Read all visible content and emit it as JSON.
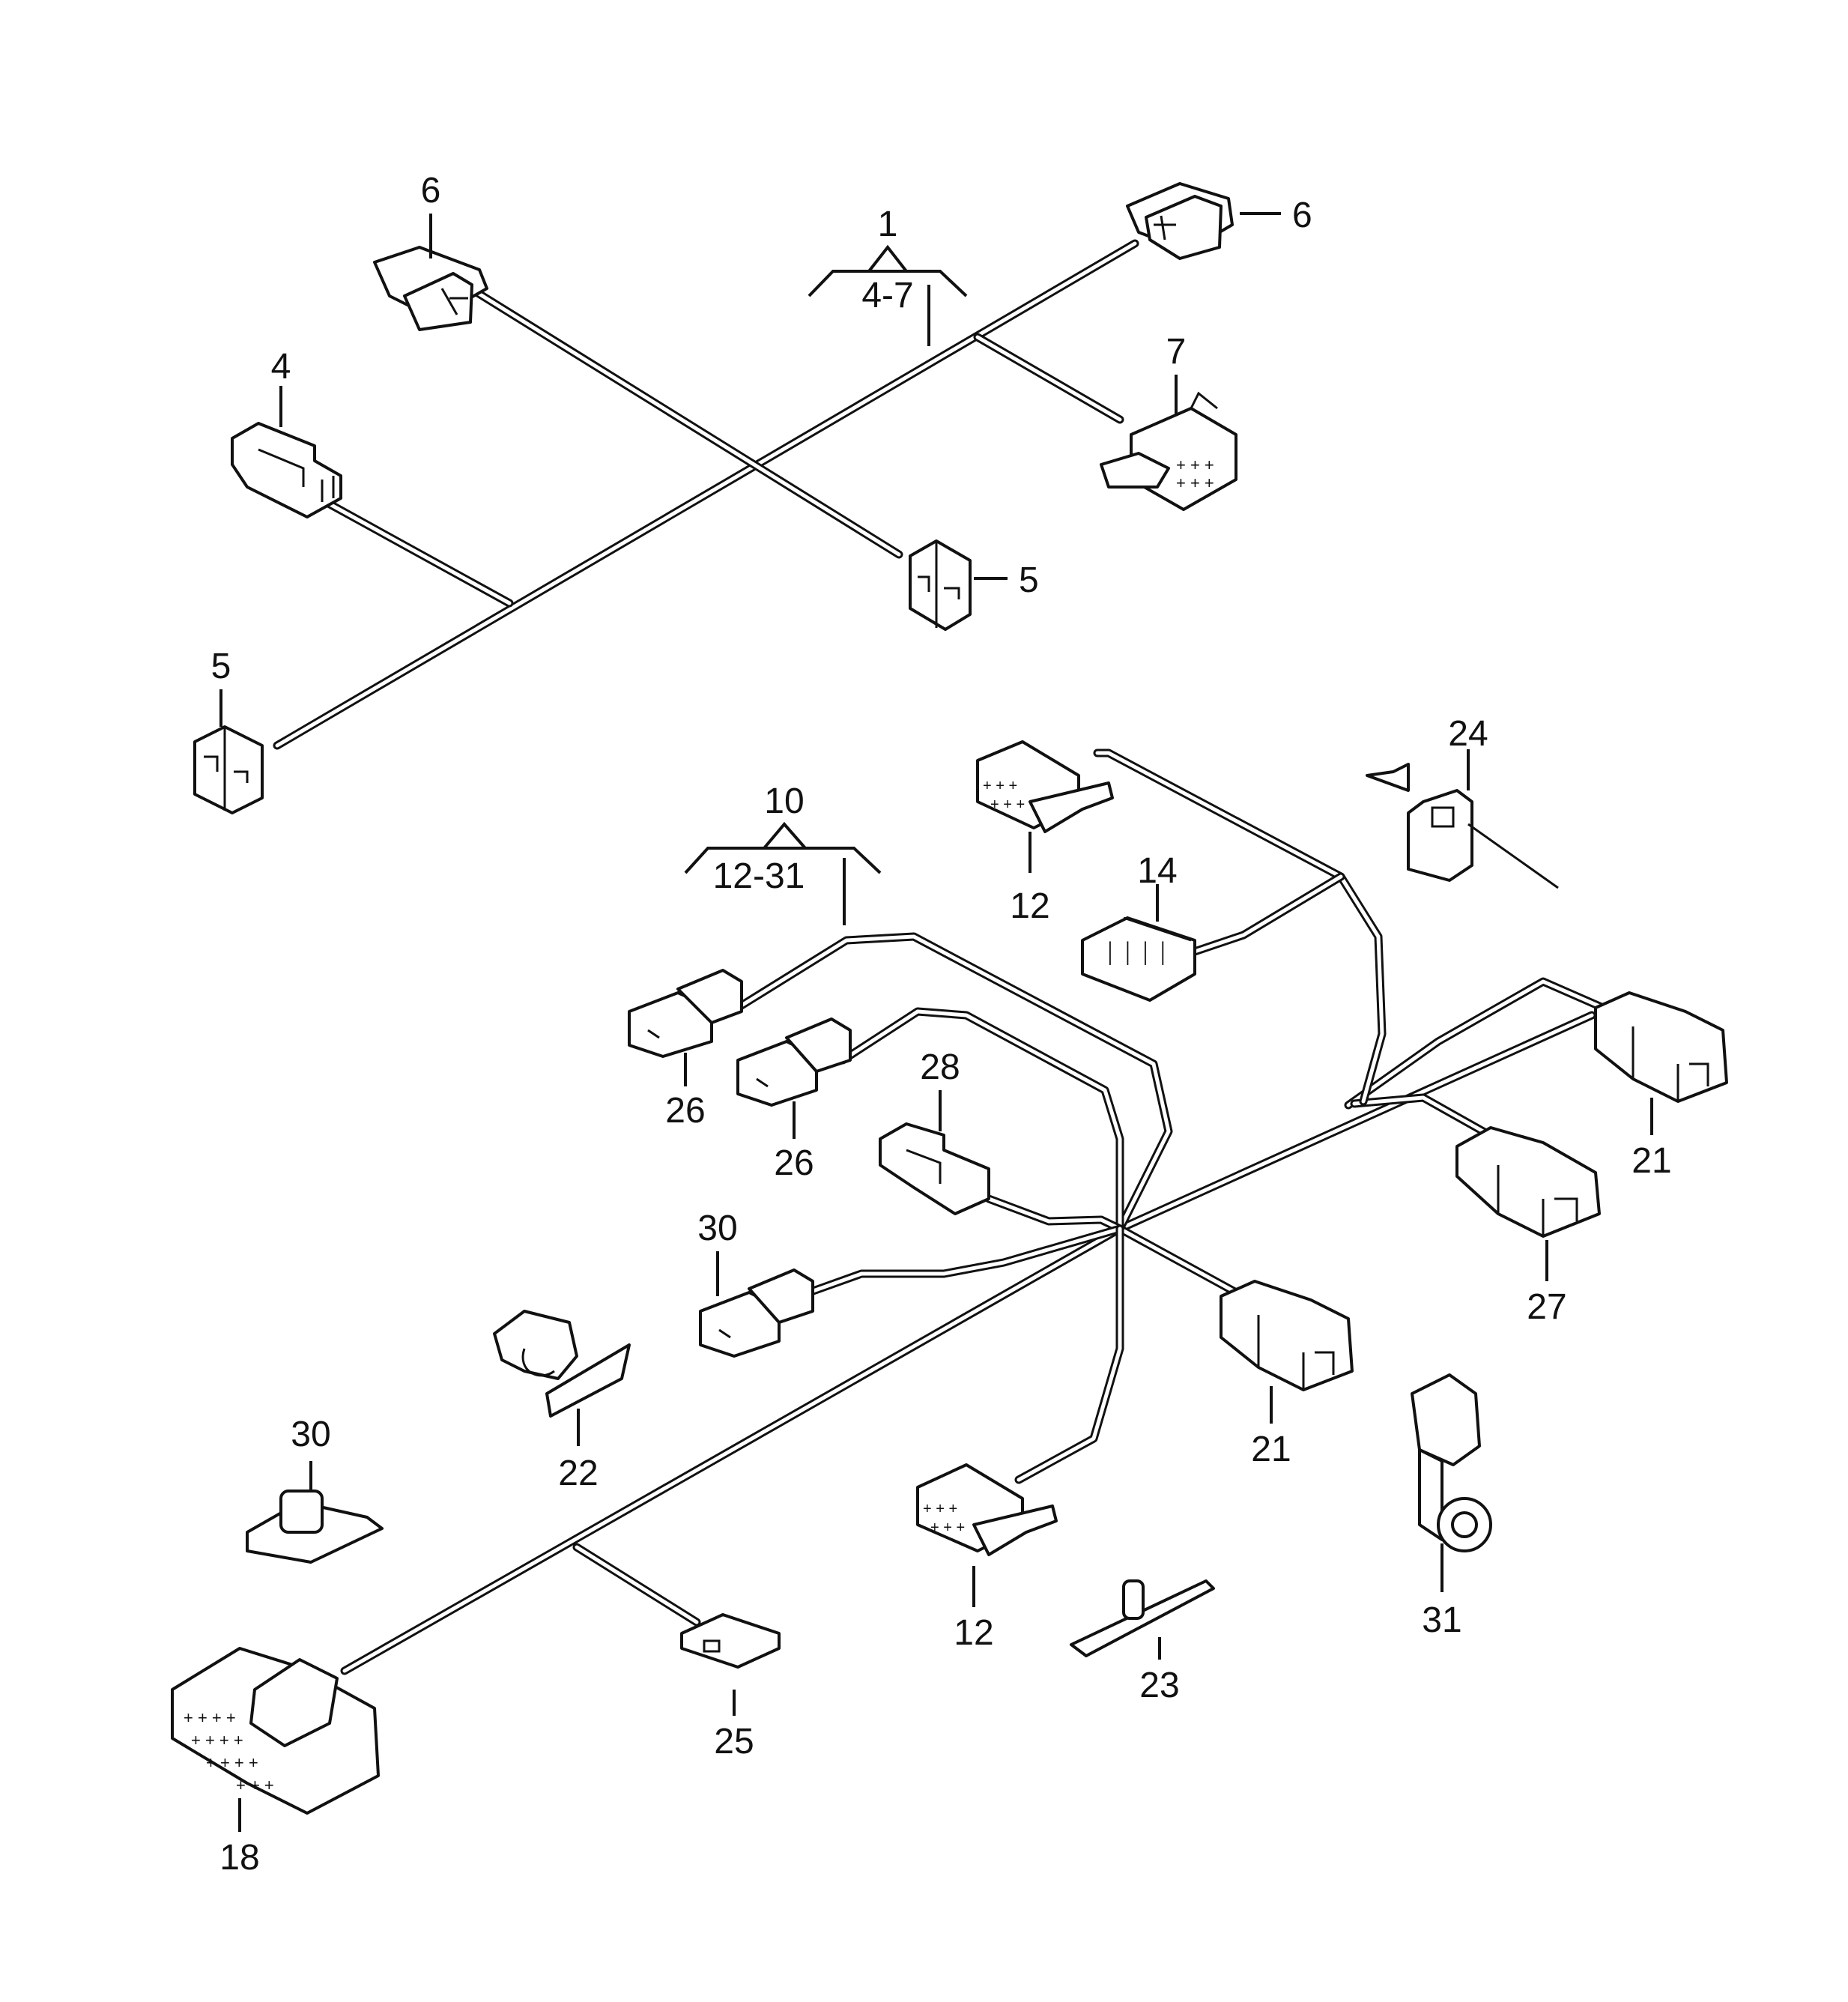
{
  "groups": [
    {
      "id": "1",
      "range": "4-7"
    },
    {
      "id": "10",
      "range": "12-31"
    }
  ],
  "parts": {
    "p4": "4",
    "p5a": "5",
    "p5b": "5",
    "p6a": "6",
    "p6b": "6",
    "p7": "7",
    "p12a": "12",
    "p12b": "12",
    "p14": "14",
    "p18": "18",
    "p21a": "21",
    "p21b": "21",
    "p22": "22",
    "p23": "23",
    "p24": "24",
    "p25": "25",
    "p26a": "26",
    "p26b": "26",
    "p27": "27",
    "p28": "28",
    "p30a": "30",
    "p30b": "30",
    "p31": "31"
  }
}
